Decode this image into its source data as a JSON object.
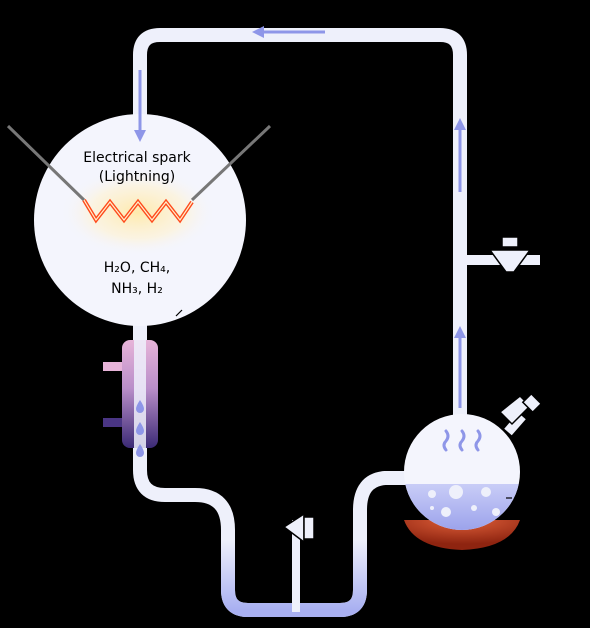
{
  "diagram": {
    "spark_label_line1": "Electrical spark",
    "spark_label_line2": "(Lightning)",
    "gases_line1": "H₂O, CH₄,",
    "gases_line2": "NH₃, H₂"
  },
  "colors": {
    "background": "#000000",
    "tube": "#eef0fb",
    "chamber": "#f4f5fd",
    "arrow": "#8e96e8",
    "water": "#a9b0f1",
    "condenser_top": "#e7b4d9",
    "condenser_bottom": "#3b2a75",
    "heater": "#b6371f",
    "spark": "#ff4a1c"
  }
}
